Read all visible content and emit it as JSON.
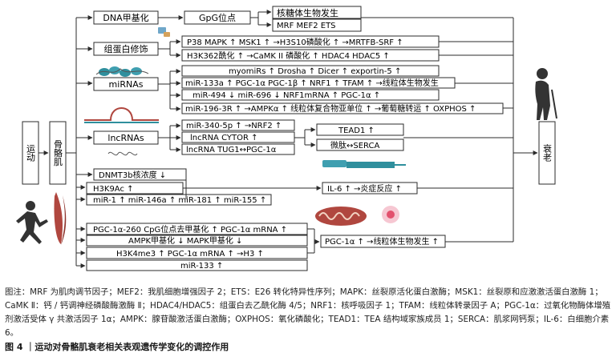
{
  "diagram": {
    "left_labels": {
      "exercise": "运动",
      "muscle": "骨骼肌",
      "aging": "衰老"
    },
    "mechanisms": {
      "dna_methylation": "DNA甲基化",
      "protein_modification": "组蛋白修饰",
      "mirnas": "miRNAs",
      "lncrnas": "lncRNAs"
    },
    "boxes": {
      "gpg_site": "GpG位点",
      "nuclear_glycoprotein": "核糖体生物发生",
      "mrf_mef2_ets": "MRF MEF2 ETS",
      "p38_mapk": "P38 MAPK ↑ MSK1 ↑ →H3S10磷酸化 ↑ →MRTFB-SRF ↑",
      "h3k36": "H3K362酰化 ↑ →CaMK II 磷酸化 ↑  HDAC4 HDAC5 ↑",
      "myomirs": "myomiRs ↑  Drosha ↑  Dicer ↑  exportin-5 ↑",
      "mir133a": "miR-133a ↑ PGC-1α PGC-1β ↑ NRF1 ↑ TFAM ↑ →线粒体生物发生",
      "mir494": "miR-494 ↓ miR-696 ↓ NRF1mRNA ↑ PGC-1α ↑",
      "mir1963p": "miR-196-3R ↑ →AMPKα ↑ 线粒体复合物亚单位 ↑ →葡萄糖转运 ↑ OXPHOS ↑",
      "mir3405p": "miR-340-5p ↑ →NRF2 ↑",
      "lncrna_cytor": "lncRNA CYTOR ↑",
      "lncrna_tug1": "lncRNA TUG1↔PGC-1α",
      "tead1": "TEAD1 ↑",
      "micro_serca": "微肽↔SERCA",
      "dnmt3b": "DNMT3b核浓度 ↓",
      "h3k9ac": "H3K9Ac ↑",
      "mir1_etc": "miR-1 ↑  miR-146a ↑ miR-181 ↑ miR-155 ↑",
      "il6": "IL-6 ↑ →炎症反应 ↑",
      "pgc_cpg": "PGC-1α-260  CpG位点去甲基化 ↑ PGC-1α mRNA ↑",
      "ampk": "AMPK甲基化 ↓ MAPK甲基化 ↓",
      "h3k4me3": "H3K4me3 ↑ PGC-1α mRNA ↑ →H3 ↑",
      "mir133": "miR-133 ↑",
      "pgc_mito": "PGC-1α ↑ →线粒体生物发生 ↑"
    }
  },
  "notes": "图注：MRF 为肌肉调节因子；MEF2：我肌细胞增强因子 2；ETS：E26 转化特异性序列；MAPK：丝裂原活化蛋白激酶；MSK1：丝裂原和应激激活蛋白激酶 1；CaMK Ⅱ：钙 / 钙调神经磷酸酶激酶 Ⅱ；HDAC4/HDAC5：组蛋白去乙酰化酶 4/5；NRF1：核呼吸因子 1；TFAM：线粒体转录因子 A；PGC-1α：过氧化物酶体增殖剂激活受体 γ 共激活因子 1α；AMPK：腺苷酸激活蛋白激酶；OXPHOS：氧化磷酸化；TEAD1：TEA 结构域家族成员 1；SERCA：肌浆网钙泵；IL-6：白细胞介素 6。",
  "caption": "图 4 ｜运动对骨骼肌衰老相关表观遗传学变化的调控作用",
  "colors": {
    "line": "#2b2b2b",
    "accent_teal": "#2f8f9d",
    "accent_red": "#b0473f",
    "person": "#333333"
  }
}
